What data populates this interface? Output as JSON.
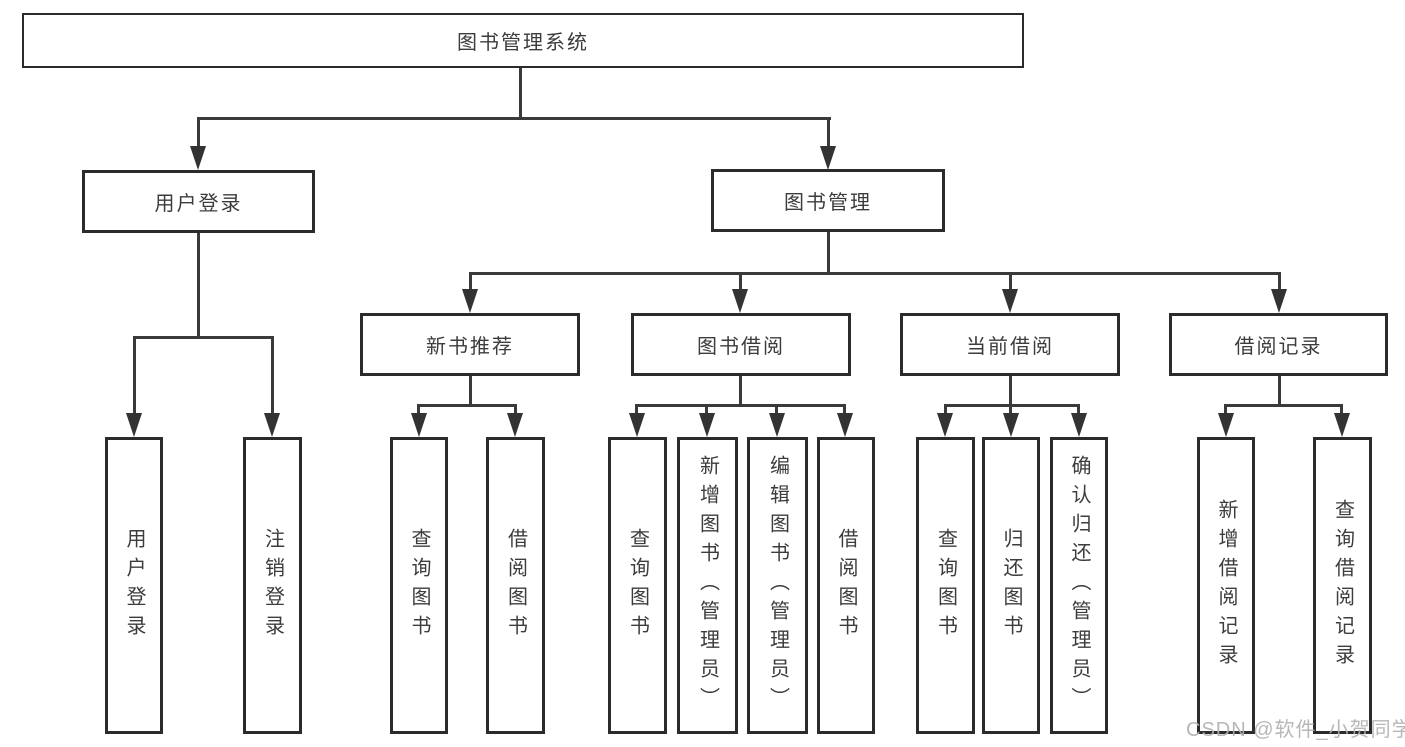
{
  "tree": {
    "root": {
      "label": "图书管理系统"
    },
    "user_branch": {
      "label": "用户登录",
      "leaves": [
        "用户登录",
        "注销登录"
      ]
    },
    "book_branch": {
      "label": "图书管理",
      "children": [
        {
          "label": "新书推荐",
          "leaves": [
            "查询图书",
            "借阅图书"
          ]
        },
        {
          "label": "图书借阅",
          "leaves": [
            "查询图书",
            "新增图书（管理员）",
            "编辑图书（管理员）",
            "借阅图书"
          ]
        },
        {
          "label": "当前借阅",
          "leaves": [
            "查询图书",
            "归还图书",
            "确认归还（管理员）"
          ]
        },
        {
          "label": "借阅记录",
          "leaves": [
            "新增借阅记录",
            "查询借阅记录"
          ]
        }
      ]
    }
  },
  "watermark": "CSDN @软件_小贺同学",
  "colors": {
    "line": "#3a3a3a",
    "box_border": "#2b2b2b",
    "text": "#3c3c3c",
    "watermark": "#b0b0b0",
    "background": "#ffffff"
  }
}
